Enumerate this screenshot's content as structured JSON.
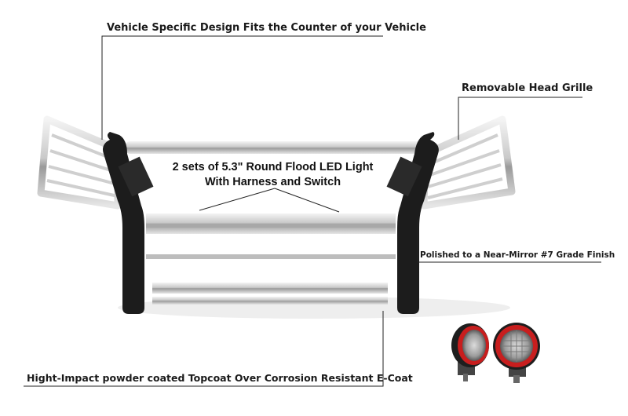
{
  "callouts": {
    "top": "Vehicle Specific Design Fits the Counter of your Vehicle",
    "head_grille": "Removable Head Grille",
    "polish": "Polished to a Near-Mirror #7 Grade Finish",
    "coating": "Hight-Impact powder coated Topcoat Over Corrosion Resistant E-Coat"
  },
  "center_label": {
    "line1": "2 sets of 5.3\" Round Flood LED Light",
    "line2": "With Harness and Switch"
  },
  "colors": {
    "frame": "#1c1c1c",
    "chrome": "#d8d8d8",
    "led_ring": "#c81e1e"
  }
}
